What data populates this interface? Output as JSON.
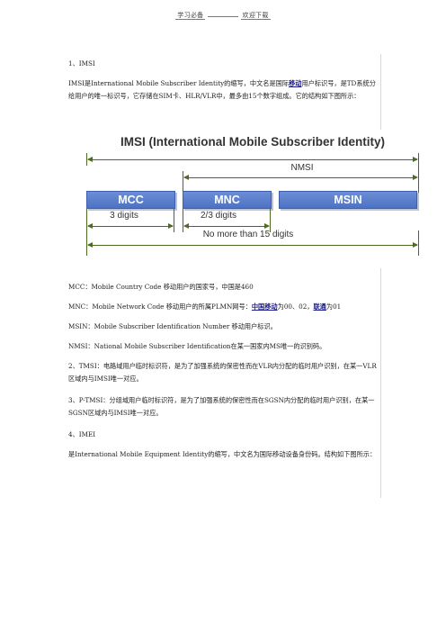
{
  "header": {
    "left": "学习必备",
    "right": "欢迎下载"
  },
  "sections": {
    "imsi_heading": "1、IMSI",
    "imsi_desc_1": "IMSI是International Mobile Subscriber Identity的缩写，中文名是国际",
    "imsi_link": "移动",
    "imsi_desc_2": "用户标识号，是TD系统分给用户的唯一标识号，它存储在SIM卡、HLR/VLR中，最多由15个数字组成。它的结构如下图所示：",
    "mcc_line": "MCC：Mobile Country Code 移动用户的国家号，中国是460",
    "mnc_line_1": "MNC：Mobile Network Code 移动用户的所属PLMN网号：",
    "mnc_link_1": "中国移动",
    "mnc_line_2": "为00、02，",
    "mnc_link_2": "联通",
    "mnc_line_3": "为01",
    "msin_line": "MSIN：Mobile Subscriber Identification Number 移动用户标识。",
    "nmsi_line": "NMSI：National Mobile Subscriber Identification在某一国家内MS唯一的识别码。",
    "tmsi_line": "2、TMSI：电路域用户临时标识符，是为了加强系统的保密性而在VLR内分配的临时用户识别，在某一VLR区域内与IMSI唯一对应。",
    "ptmsi_line": "3、P-TMSI：分组域用户临时标识符，是为了加强系统的保密性而在SGSN内分配的临时用户识别，在某一SGSN区域内与IMSI唯一对应。",
    "imei_heading": "4、IMEI",
    "imei_desc": "是International Mobile Equipment Identity的缩写，中文名为国际移动设备身份码。结构如下图所示："
  },
  "diagram": {
    "title": "IMSI (International Mobile Subscriber Identity)",
    "nmsi": "NMSI",
    "boxes": [
      "MCC",
      "MNC",
      "MSIN"
    ],
    "digits_mcc": "3 digits",
    "digits_mnc": "2/3 digits",
    "total": "No more than 15 digits",
    "colors": {
      "box": "#4e72c4",
      "arrow": "#4c6b1f"
    }
  }
}
